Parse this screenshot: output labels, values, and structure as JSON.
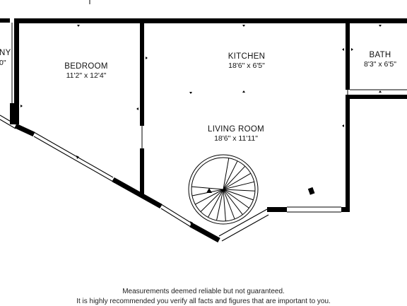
{
  "rooms": {
    "balcony_partial": {
      "name": "NY",
      "dims": "0\""
    },
    "bedroom": {
      "name": "BEDROOM",
      "dims": "11'2\" x 12'4\""
    },
    "kitchen": {
      "name": "KITCHEN",
      "dims": "18'6\" x 6'5\""
    },
    "bath": {
      "name": "BATH",
      "dims": "8'3\" x 6'5\""
    },
    "living_room": {
      "name": "LIVING ROOM",
      "dims": "18'6\" x 11'11\""
    }
  },
  "disclaimer": {
    "line1": "Measurements deemed reliable but not guaranteed.",
    "line2": "It is highly recommended you verify all facts and figures that are important to you."
  }
}
